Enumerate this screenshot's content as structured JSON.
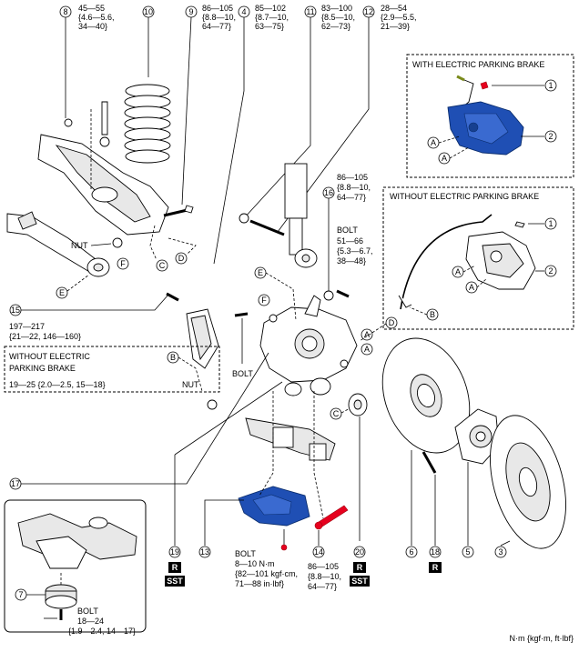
{
  "callouts": [
    {
      "num": "8",
      "torque": [
        "45—55",
        "{4.6—5.6,",
        "34—40}"
      ]
    },
    {
      "num": "10"
    },
    {
      "num": "9",
      "torque": [
        "86—105",
        "{8.8—10,",
        "64—77}"
      ]
    },
    {
      "num": "4",
      "torque": [
        "85—102",
        "{8.7—10,",
        "63—75}"
      ]
    },
    {
      "num": "11",
      "torque": [
        "83—100",
        "{8.5—10,",
        "62—73}"
      ]
    },
    {
      "num": "12",
      "torque": [
        "28—54",
        "{2.9—5.5,",
        "21—39}"
      ]
    },
    {
      "num": "16",
      "torque": [
        "86—105",
        "{8.8—10,",
        "64—77}"
      ]
    },
    {
      "num": "15",
      "torque": [
        "197—217",
        "{21—22, 146—160}"
      ]
    },
    {
      "num": "17"
    },
    {
      "num": "19"
    },
    {
      "num": "13"
    },
    {
      "num": "14",
      "torque": [
        "86—105",
        "{8.8—10,",
        "64—77}"
      ]
    },
    {
      "num": "20"
    },
    {
      "num": "6"
    },
    {
      "num": "18"
    },
    {
      "num": "5"
    },
    {
      "num": "3"
    },
    {
      "num": "7"
    },
    {
      "num": "1"
    },
    {
      "num": "2"
    }
  ],
  "bolt_labels": {
    "bolt_knuckle": "BOLT",
    "bolt_upper": [
      "BOLT",
      "51—66",
      "{5.3—6.7,",
      "38—48}"
    ],
    "bolt_cover": [
      "BOLT",
      "8—10 N·m",
      "{82—101 kgf·cm,",
      "71—88 in·lbf}"
    ],
    "bolt_inset": [
      "BOLT",
      "18—24",
      "{1.9—2.4, 14—17}"
    ],
    "nut_upper": "NUT",
    "nut_lower": "NUT"
  },
  "boxes": {
    "with_epb": "WITH ELECTRIC PARKING BRAKE",
    "without_epb": "WITHOUT ELECTRIC PARKING BRAKE",
    "without_epb_left": [
      "WITHOUT ELECTRIC",
      "PARKING BRAKE"
    ],
    "without_epb_left_torque": "19—25 {2.0—2.5, 15—18}"
  },
  "letters": {
    "A": "A",
    "B": "B",
    "C": "C",
    "D": "D",
    "E": "E",
    "F": "F"
  },
  "badges": {
    "R": "R",
    "SST": "SST"
  },
  "units": "N·m {kgf·m, ft·lbf}",
  "colors": {
    "caliper_blue": "#1f4fb4",
    "bolt_red": "#e6001e",
    "line": "#000000"
  }
}
